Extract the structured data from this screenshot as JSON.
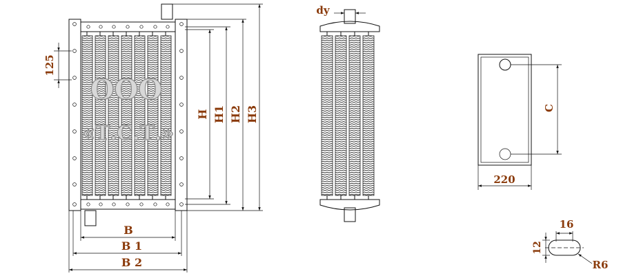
{
  "watermark": {
    "line1": "ООО",
    "line2": "«Т.С.Т.»"
  },
  "front_view": {
    "dim_125": "125",
    "dim_H": "H",
    "dim_H1": "H1",
    "dim_H2": "H2",
    "dim_H3": "H3",
    "dim_B": "B",
    "dim_B1": "B 1",
    "dim_B2": "B 2"
  },
  "side_view": {
    "dim_dy": "dy"
  },
  "flange_view": {
    "dim_C": "C",
    "dim_220": "220"
  },
  "slot_detail": {
    "dim_16": "16",
    "dim_12": "12",
    "dim_R6": "R6"
  },
  "colors": {
    "label": "#8a3a0a",
    "line": "#111111",
    "watermark_fill": "#d8d8d8"
  }
}
